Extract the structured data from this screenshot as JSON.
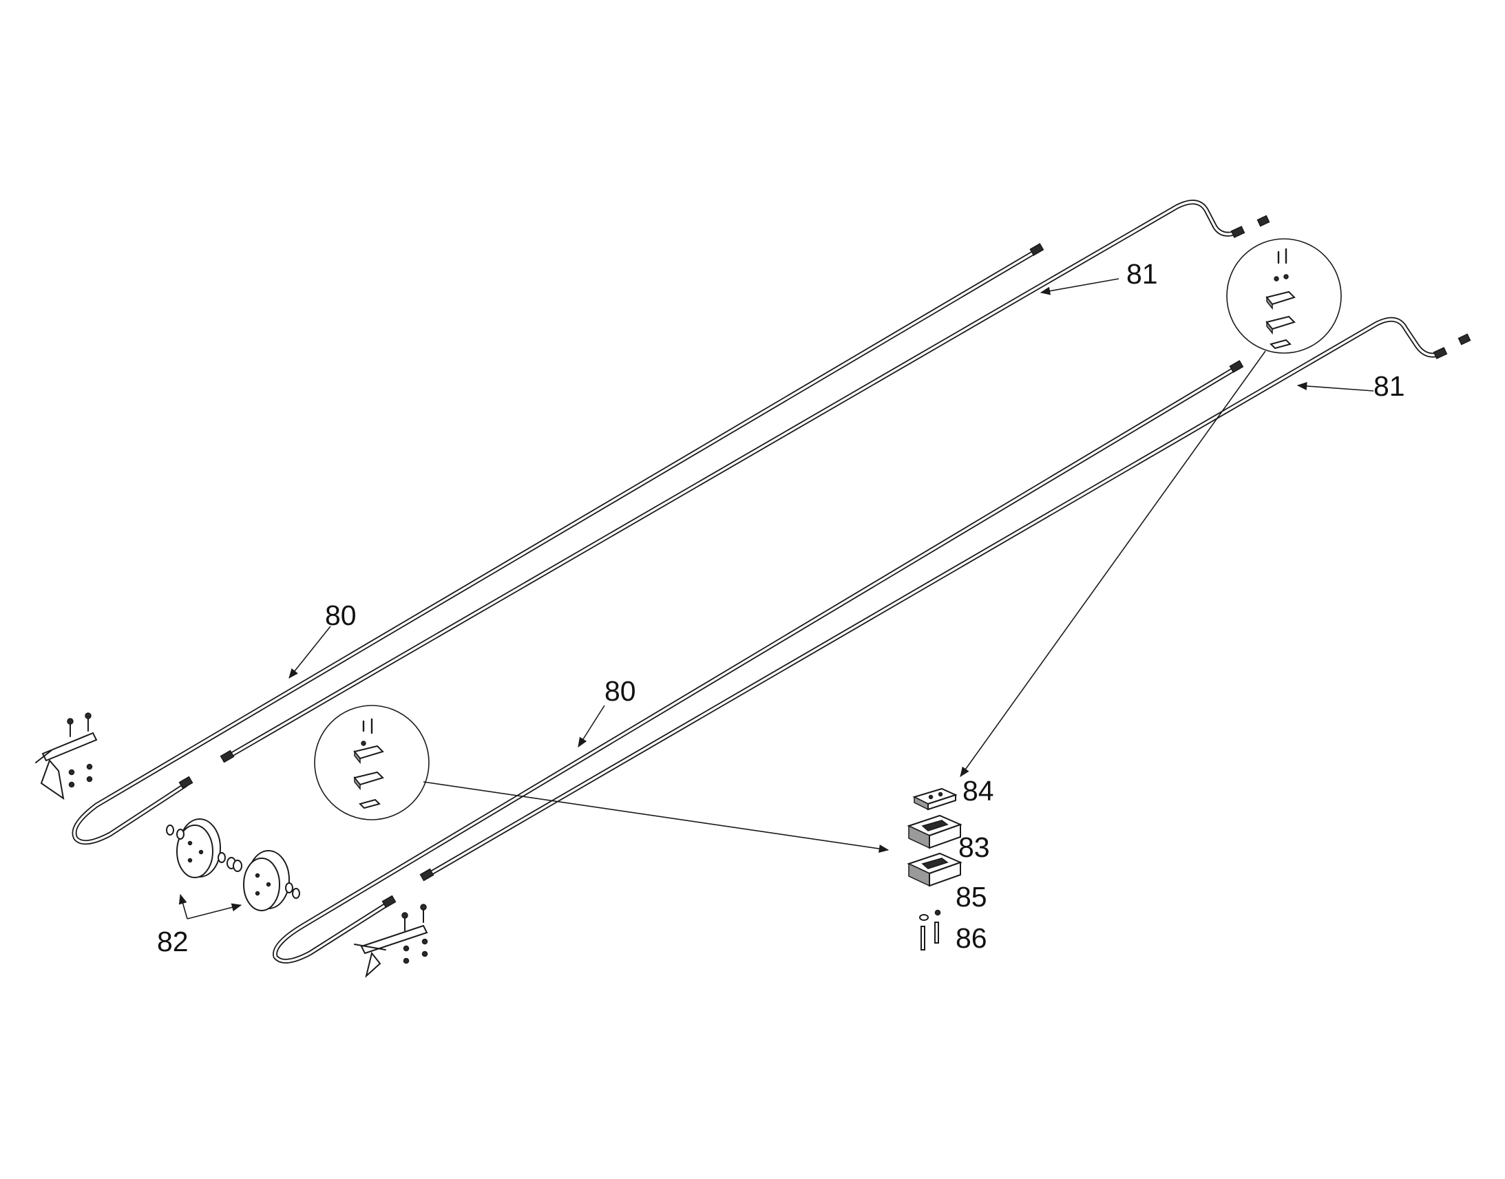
{
  "callouts": {
    "item_80_upper": "80",
    "item_80_lower": "80",
    "item_81_upper": "81",
    "item_81_lower": "81",
    "item_82": "82",
    "item_83": "83",
    "item_84": "84",
    "item_85": "85",
    "item_86": "86"
  },
  "colors": {
    "line": "#1a1a1a",
    "background": "#ffffff",
    "shade": "#9a9a9a"
  }
}
